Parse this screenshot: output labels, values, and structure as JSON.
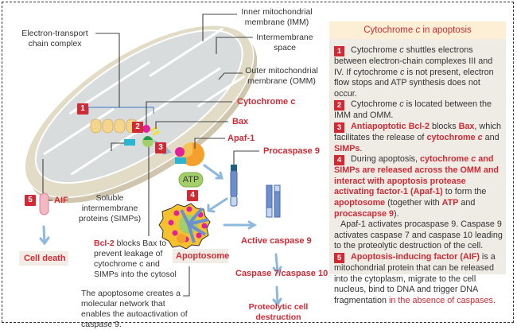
{
  "diagram": {
    "labels": {
      "etc_complex": "Electron-transport chain complex",
      "imm": "Inner mitochondrial membrane (IMM)",
      "intermembrane": "Intermembrane space",
      "omm": "Outer mitochondrial membrane (OMM)",
      "cytochrome_c": "Cytochrome c",
      "bax": "Bax",
      "apaf1": "Apaf-1",
      "procaspase9": "Procaspase 9",
      "atp": "ATP",
      "simps": "Soluble intermembrane proteins (SIMPs)",
      "aif": "AIF",
      "cell_death": "Cell death",
      "bcl2_prefix": "Bcl-2",
      "bcl2_text": " blocks Bax to prevent leakage of cytochrome c and SIMPs into the cytosol",
      "apoptosome": "Apoptosome",
      "apoptosome_note": "The apoptosome creates a molecular network that enables the autoactivation of caspase 9.",
      "active_caspase9": "Active caspase 9",
      "caspase7_10": "Caspase 7/caspase 10",
      "proteolytic": "Proteolytic cell destruction"
    },
    "step_numbers": [
      "1",
      "2",
      "3",
      "4",
      "5"
    ]
  },
  "panel": {
    "title": "Cytochrome c in apoptosis",
    "items": [
      {
        "num": "1",
        "segments": [
          {
            "t": "Cytochrome c shuttles electrons between electron-chain complexes III and IV. If cytochrome c is not present, electron flow stops and ATP synthesis does not occur.",
            "s": ""
          }
        ]
      },
      {
        "num": "2",
        "segments": [
          {
            "t": "Cytochrome c is located between the IMM and OMM.",
            "s": ""
          }
        ]
      },
      {
        "num": "3",
        "segments": [
          {
            "t": "Antiapoptotic Bcl-2",
            "s": "hlb"
          },
          {
            "t": " blocks ",
            "s": ""
          },
          {
            "t": "Bax",
            "s": "hlb"
          },
          {
            "t": ", which facilitates the release of ",
            "s": ""
          },
          {
            "t": "cytochrome c",
            "s": "hlb"
          },
          {
            "t": " and ",
            "s": ""
          },
          {
            "t": "SIMPs",
            "s": "hlb"
          },
          {
            "t": ".",
            "s": ""
          }
        ]
      },
      {
        "num": "4",
        "segments": [
          {
            "t": "During apoptosis, ",
            "s": ""
          },
          {
            "t": "cytochrome c and SIMPs are released across the OMM and interact with apoptosis protease activating factor-1 (Apaf-1)",
            "s": "hlb"
          },
          {
            "t": " to form the ",
            "s": ""
          },
          {
            "t": "apoptosome",
            "s": "hlb"
          },
          {
            "t": " (together with ",
            "s": ""
          },
          {
            "t": "ATP",
            "s": "hlb"
          },
          {
            "t": " and ",
            "s": ""
          },
          {
            "t": "procascapse 9",
            "s": "hlb"
          },
          {
            "t": ").",
            "s": ""
          }
        ]
      },
      {
        "num": "",
        "segments": [
          {
            "t": "Apaf-1 activates procaspase 9. Caspase 9 activates caspase 7 and caspase 10 leading to the proteolytic destruction of the cell.",
            "s": ""
          }
        ]
      },
      {
        "num": "5",
        "segments": [
          {
            "t": "Apoptosis-inducing factor (AIF)",
            "s": "hlb"
          },
          {
            "t": " is a mitochondrial protein that can be released into the cytoplasm, migrate to the cell nucleus, bind to DNA and trigger DNA fragmentation ",
            "s": ""
          },
          {
            "t": "in the absence of caspases",
            "s": "hl"
          },
          {
            "t": ".",
            "s": ""
          }
        ]
      }
    ]
  },
  "colors": {
    "accent_red": "#d02b35",
    "arrow_blue": "#8fb8dd",
    "membrane_tan": "#ddd5c0",
    "matrix_grey": "#d9dcdc",
    "panel_bg": "#efece6",
    "panel_head_bg": "#fcefd6"
  }
}
